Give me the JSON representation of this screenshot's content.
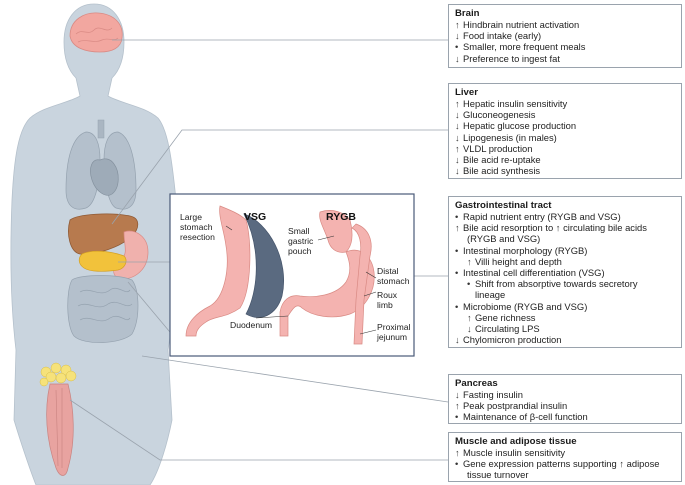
{
  "brain": {
    "title": "Brain",
    "items": [
      {
        "sym": "↑",
        "text": "Hindbrain nutrient activation"
      },
      {
        "sym": "↓",
        "text": "Food intake (early)"
      },
      {
        "sym": "•",
        "text": "Smaller, more frequent meals"
      },
      {
        "sym": "↓",
        "text": "Preference to ingest fat"
      }
    ]
  },
  "liver": {
    "title": "Liver",
    "items": [
      {
        "sym": "↑",
        "text": "Hepatic insulin sensitivity"
      },
      {
        "sym": "↓",
        "text": "Gluconeogenesis"
      },
      {
        "sym": "↓",
        "text": "Hepatic glucose production"
      },
      {
        "sym": "↓",
        "text": "Lipogenesis (in males)"
      },
      {
        "sym": "↑",
        "text": "VLDL production"
      },
      {
        "sym": "↓",
        "text": "Bile acid re-uptake"
      },
      {
        "sym": "↓",
        "text": "Bile acid synthesis"
      }
    ]
  },
  "gi": {
    "title": "Gastrointestinal tract",
    "l1": "Rapid nutrient entry (RYGB and VSG)",
    "l2a": "Bile acid resorption to",
    "l2b": "circulating bile acids",
    "l2c": "(RYGB and VSG)",
    "l3": "Intestinal morphology (RYGB)",
    "l3a": "Villi height and depth",
    "l4": "Intestinal cell differentiation (VSG)",
    "l4a": "Shift from absorptive towards secretory",
    "l4b": "lineage",
    "l5": "Microbiome (RYGB and VSG)",
    "l5a": "Gene richness",
    "l5b": "Circulating LPS",
    "l6": "Chylomicron production"
  },
  "pancreas": {
    "title": "Pancreas",
    "items": [
      {
        "sym": "↓",
        "text": "Fasting insulin"
      },
      {
        "sym": "↑",
        "text": "Peak postprandial insulin"
      },
      {
        "sym": "•",
        "text": "Maintenance of β-cell function"
      }
    ]
  },
  "muscle": {
    "title": "Muscle and adipose tissue",
    "l1": "Muscle insulin sensitivity",
    "l2a": "Gene expression patterns supporting",
    "l2b": "adipose",
    "l3": "tissue turnover"
  },
  "surgery": {
    "vsg_label": "VSG",
    "rygb_label": "RYGB",
    "large_stomach": "Large",
    "stomach_word": "stomach",
    "resection": "resection",
    "small": "Small",
    "gastric": "gastric",
    "pouch": "pouch",
    "distal": "Distal",
    "distal_stomach": "stomach",
    "roux": "Roux",
    "limb": "limb",
    "duodenum": "Duodenum",
    "proximal": "Proximal",
    "jejunum": "jejunum"
  },
  "colors": {
    "body": "#c8d3dd",
    "outline": "#7f8b97",
    "stomach": "#f4b3b0",
    "stomach_dark": "#e58d8a",
    "resected": "#58687c",
    "liver": "#b77a4e",
    "pancreas": "#f2c23b",
    "fat": "#f6e27a",
    "muscle": "#e8a3a0",
    "brain": "#f2a8a2",
    "inset_border": "#4a5b78"
  }
}
